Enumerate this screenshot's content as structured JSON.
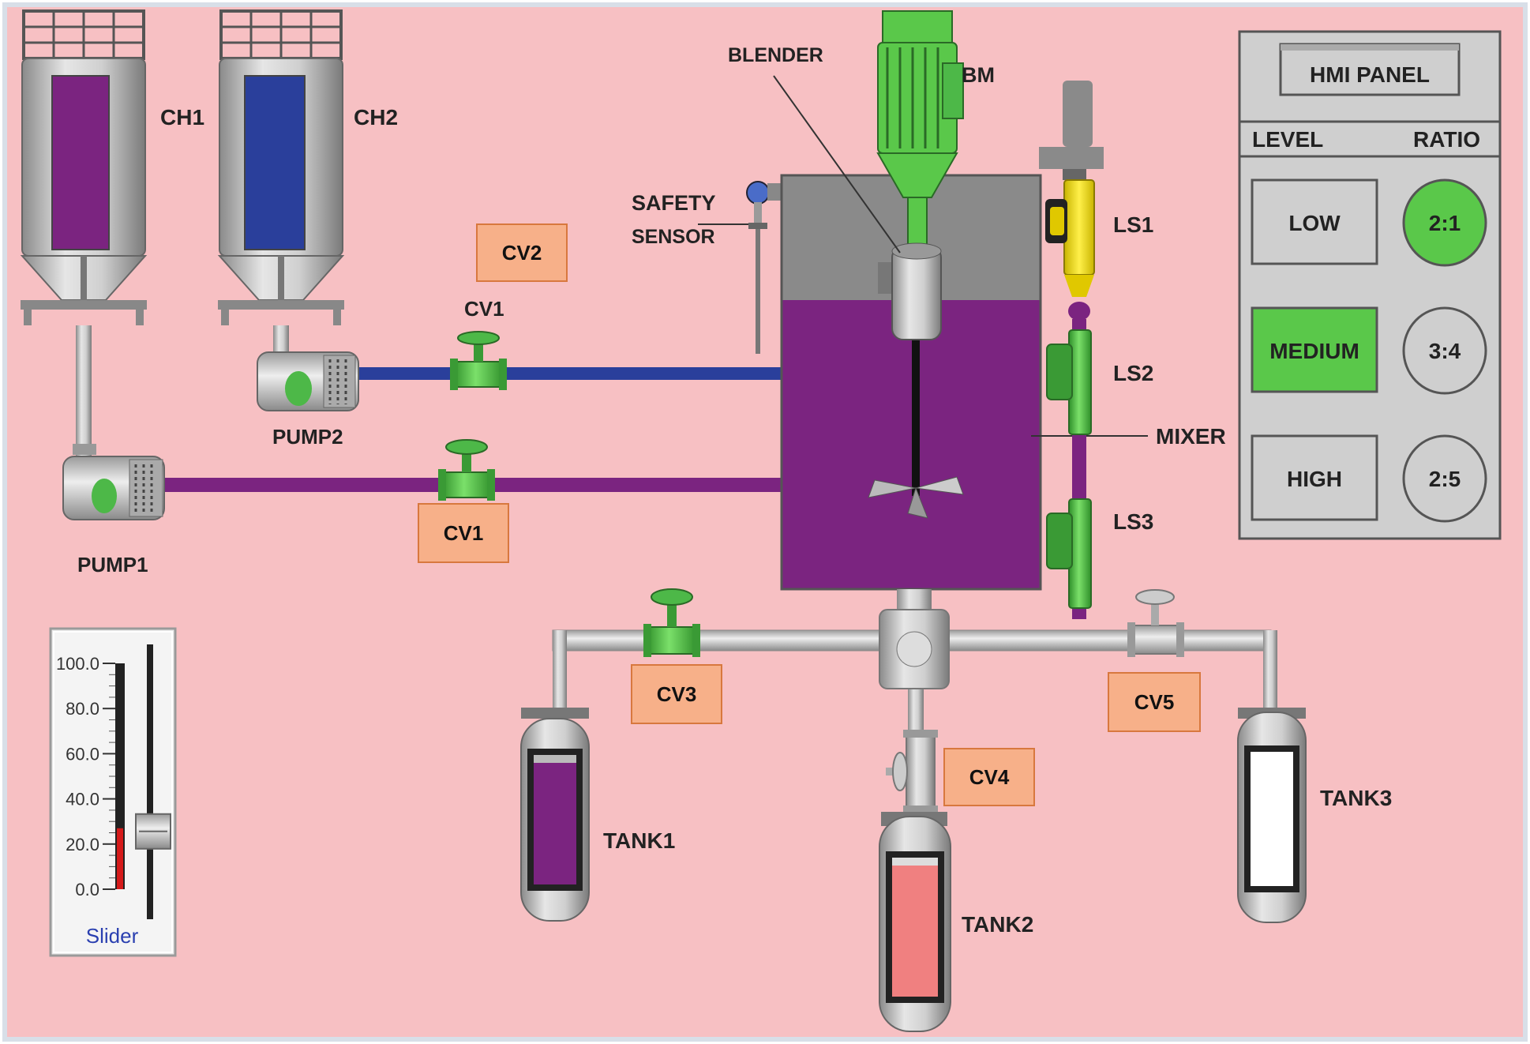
{
  "colors": {
    "background": "#f7c0c3",
    "purple_fluid": "#7b2480",
    "blue_fluid": "#2a3f9b",
    "valve_green": "#4db848",
    "motor_green": "#5ac84a",
    "callout_orange": "#f7b089",
    "slider_red": "#d51a1a",
    "tank2_fluid": "#f08080",
    "panel_gray": "#cfcfcf"
  },
  "hoppers": {
    "ch1": "CH1",
    "ch2": "CH2"
  },
  "pumps": {
    "pump1": "PUMP1",
    "pump2": "PUMP2"
  },
  "labels": {
    "blender": "BLENDER",
    "bm": "BM",
    "safety": "SAFETY",
    "sensor": "SENSOR",
    "mixer": "MIXER",
    "ls1": "LS1",
    "ls2": "LS2",
    "ls3": "LS3",
    "cv1_valve": "CV1",
    "tank1": "TANK1",
    "tank2": "TANK2",
    "tank3": "TANK3"
  },
  "callouts": {
    "cv1": "CV1",
    "cv2": "CV2",
    "cv3": "CV3",
    "cv4": "CV4",
    "cv5": "CV5"
  },
  "hmi": {
    "title": "HMI PANEL",
    "level_header": "LEVEL",
    "ratio_header": "RATIO",
    "levels": [
      "LOW",
      "MEDIUM",
      "HIGH"
    ],
    "selected_level": "MEDIUM",
    "ratios": [
      "2:1",
      "3:4",
      "2:5"
    ],
    "selected_ratio": "2:1"
  },
  "slider": {
    "label": "Slider",
    "ticks": [
      "100.0",
      "80.0",
      "60.0",
      "40.0",
      "20.0",
      "0.0"
    ],
    "value": 27
  }
}
